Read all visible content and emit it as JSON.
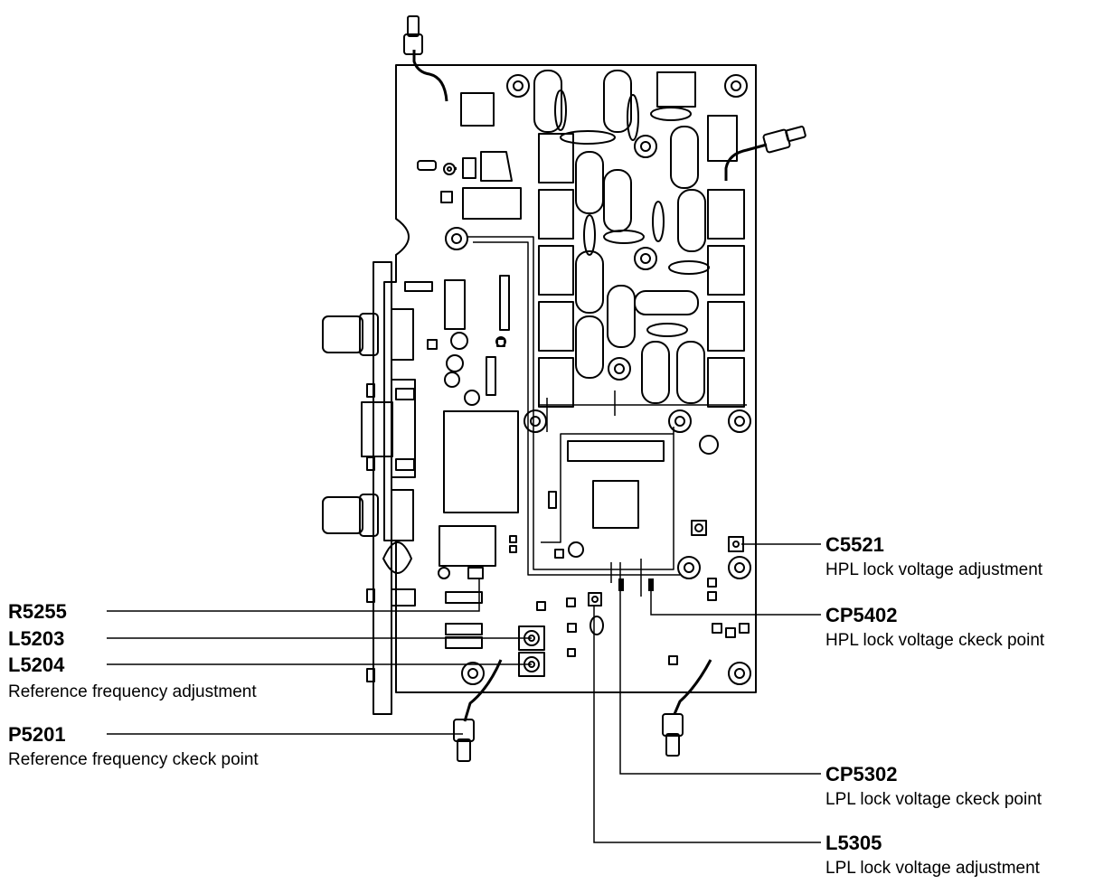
{
  "labels": {
    "c5521": {
      "ref": "C5521",
      "desc": "HPL lock voltage adjustment"
    },
    "cp5402": {
      "ref": "CP5402",
      "desc": "HPL lock voltage ckeck point"
    },
    "cp5302": {
      "ref": "CP5302",
      "desc": "LPL lock voltage ckeck point"
    },
    "l5305": {
      "ref": "L5305",
      "desc": "LPL lock voltage adjustment"
    },
    "r5255": {
      "ref": "R5255"
    },
    "l5203": {
      "ref": "L5203"
    },
    "l5204": {
      "ref": "L5204",
      "desc": "Reference frequency adjustment"
    },
    "p5201": {
      "ref": "P5201",
      "desc": "Reference frequency ckeck point"
    }
  },
  "colors": {
    "ink": "#000000",
    "paper": "#ffffff"
  }
}
